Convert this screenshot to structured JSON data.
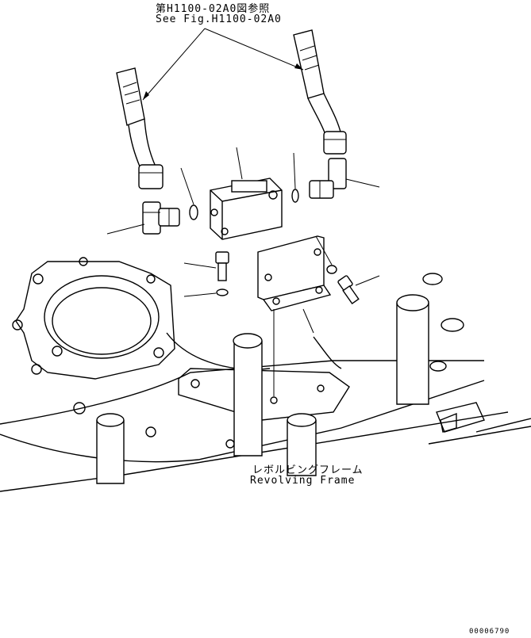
{
  "reference": {
    "jp": "第H1100-02A0図参照",
    "en": "See Fig.H1100-02A0"
  },
  "frame_label": {
    "jp": "レボルビングフレーム",
    "en": "Revolving Frame"
  },
  "drawing_number": "00006790"
}
